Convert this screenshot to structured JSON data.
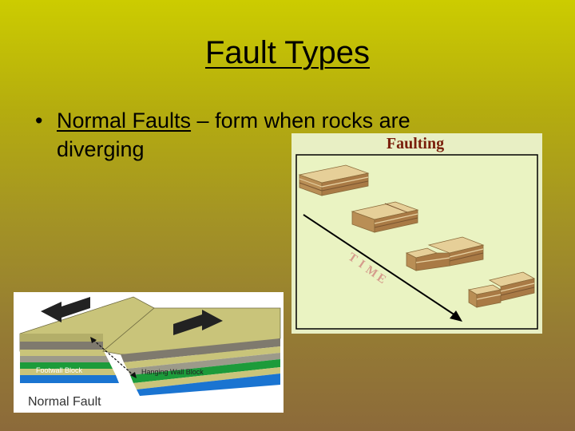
{
  "slide": {
    "title": "Fault Types",
    "bullet": {
      "marker": "•",
      "term": "Normal Faults",
      "rest_line1": " – form when rocks are",
      "rest_line2": "diverging"
    }
  },
  "figure_right": {
    "title": "Faulting",
    "time_letters": [
      "T",
      "I",
      "M",
      "E"
    ],
    "colors": {
      "border": "#e8efc4",
      "panel": "#eaf3c2",
      "title": "#7a1f0c",
      "time": "#d59c8c",
      "rock": "#d9c08a"
    }
  },
  "figure_left": {
    "caption": "Normal Fault",
    "footwall_label": "Footwall Block",
    "hanging_wall_label": "Hanging Wall Block",
    "colors": {
      "tan": "#c9c47a",
      "gray": "#7f7a6e",
      "green": "#1c9b3a",
      "blue": "#1a74d1"
    }
  }
}
